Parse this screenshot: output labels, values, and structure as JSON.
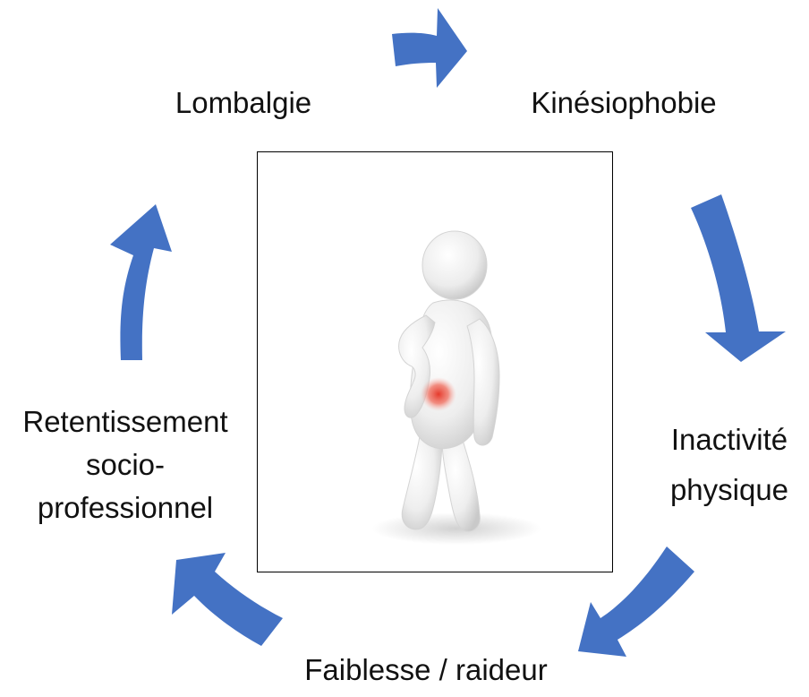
{
  "diagram": {
    "type": "cycle",
    "accent_color": "#4472C4",
    "stages": [
      {
        "lines": [
          "Lombalgie"
        ]
      },
      {
        "lines": [
          "Kinésiophobie"
        ]
      },
      {
        "lines": [
          "Inactivité",
          "physique"
        ]
      },
      {
        "lines": [
          "Faiblesse / raideur"
        ]
      },
      {
        "lines": [
          "Retentissement",
          "socio-",
          "professionnel"
        ]
      }
    ],
    "center_image": {
      "icon": "3d-figure-back-pain-icon",
      "pain_color": "#E53A2C"
    }
  }
}
